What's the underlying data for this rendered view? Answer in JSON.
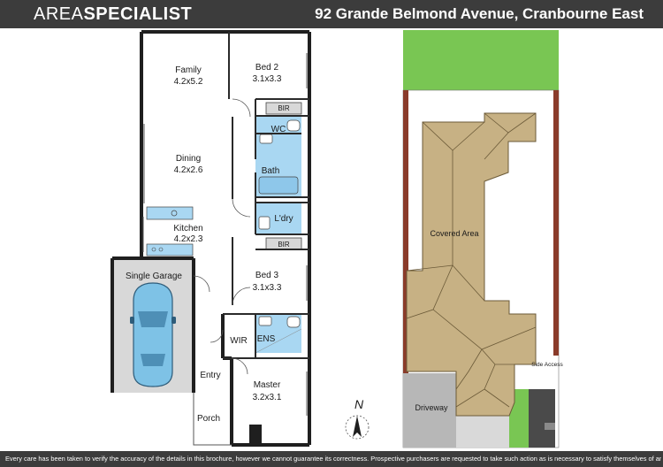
{
  "header": {
    "brand_light": "AREA",
    "brand_bold": "SPECIALIST",
    "address": "92 Grande Belmond Avenue, Cranbourne East"
  },
  "rooms": {
    "family": {
      "name": "Family",
      "dims": "4.2x5.2"
    },
    "dining": {
      "name": "Dining",
      "dims": "4.2x2.6"
    },
    "kitchen": {
      "name": "Kitchen",
      "dims": "4.2x2.3"
    },
    "bed2": {
      "name": "Bed 2",
      "dims": "3.1x3.3"
    },
    "bed3": {
      "name": "Bed 3",
      "dims": "3.1x3.3"
    },
    "master": {
      "name": "Master",
      "dims": "3.2x3.1"
    },
    "garage": {
      "name": "Single Garage"
    },
    "bir_top": "BIR",
    "bir_mid": "BIR",
    "wc": "WC",
    "bath": "Bath",
    "ldry": "L'dry",
    "wir": "WIR",
    "ens": "ENS",
    "entry": "Entry",
    "porch": "Porch"
  },
  "site": {
    "covered_area": "Covered Area",
    "driveway": "Driveway",
    "side_access": "Side Access"
  },
  "compass": {
    "label": "N"
  },
  "footer": {
    "disclaimer": "Every care has been taken to verify the accuracy of the details in this brochure, however we cannot guarantee its correctness. Prospective purchasers are requested to take such action as is necessary to satisfy themselves of any pertinent matters."
  },
  "colors": {
    "header_bg": "#3c3c3c",
    "wet_area": "#a9d7f2",
    "lawn": "#79c653",
    "roof": "#c7b184",
    "garage_floor": "#d8d8d8",
    "driveway": "#b7b7b7",
    "boundary": "#8a3b2a"
  }
}
